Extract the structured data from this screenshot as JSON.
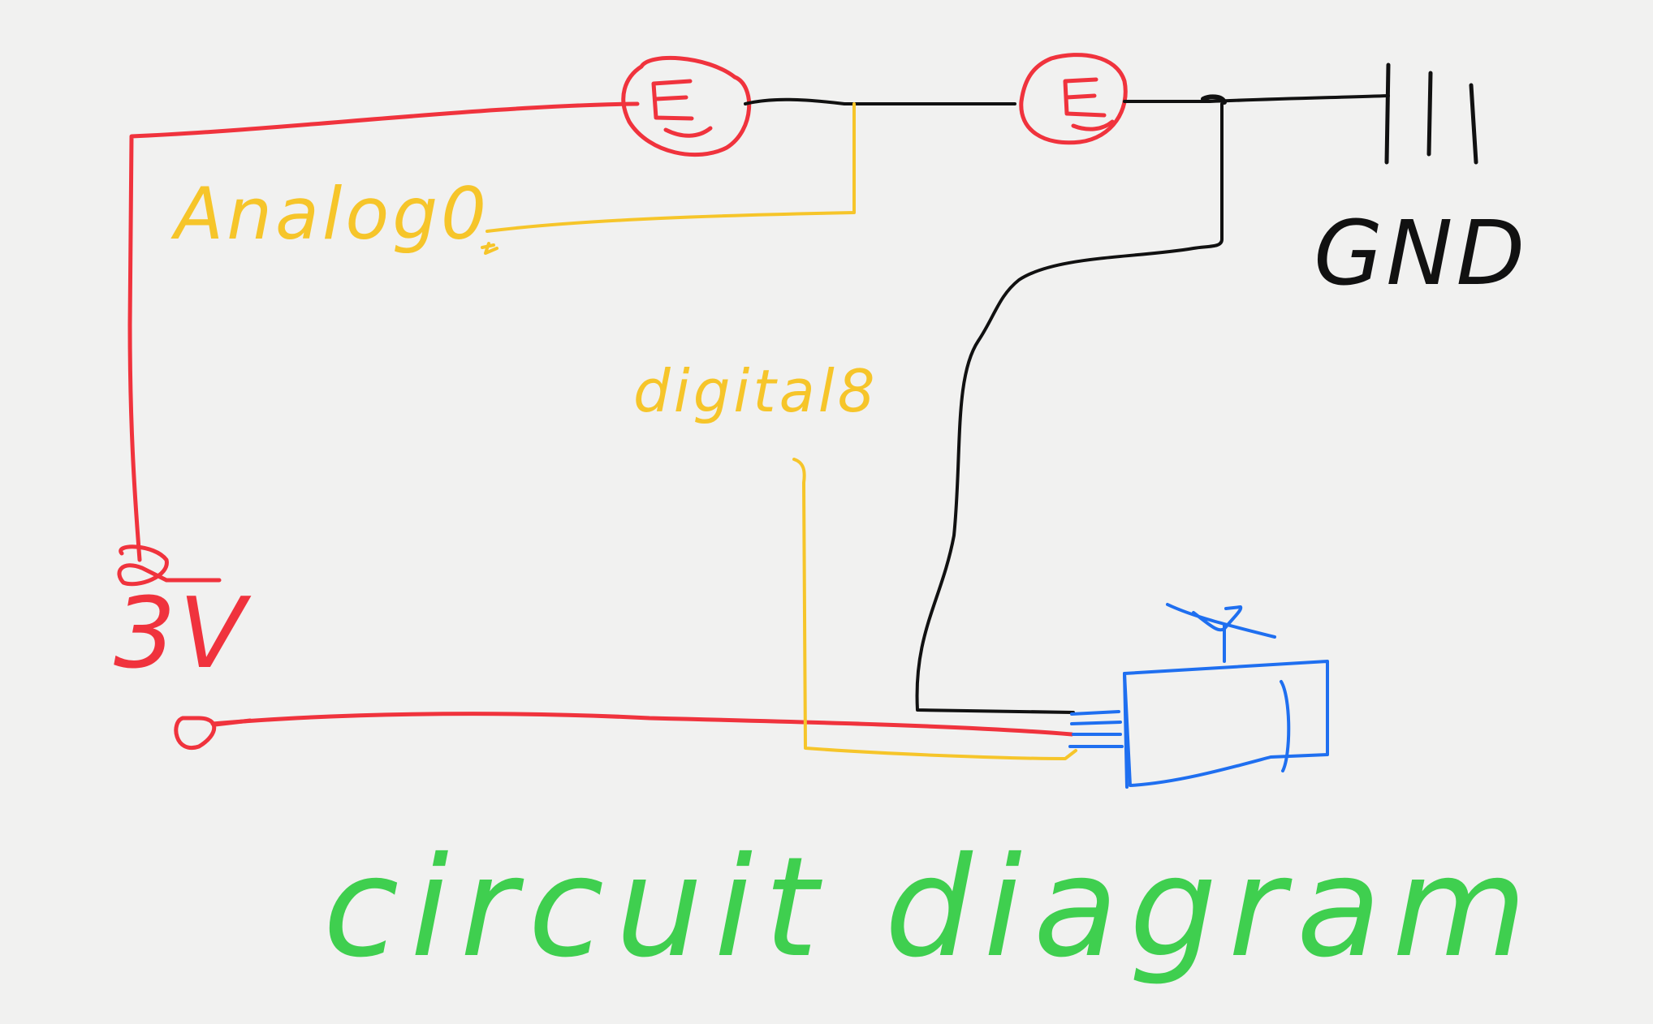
{
  "labels": {
    "analog": "Analog0",
    "digital": "digital8",
    "voltage": "3V",
    "ground": "GND",
    "caption": "circuit diagram"
  },
  "colors": {
    "background": "#f1f1f0",
    "power_wire": "#f0333d",
    "ground_wire": "#111111",
    "signal_wire": "#f6c52a",
    "motor": "#1f6ff0",
    "caption": "#3fcf4f"
  },
  "components": {
    "resistors": [
      "resistor-1",
      "resistor-2"
    ],
    "battery": "ground-battery-symbol",
    "motor": "motor-with-propeller"
  }
}
